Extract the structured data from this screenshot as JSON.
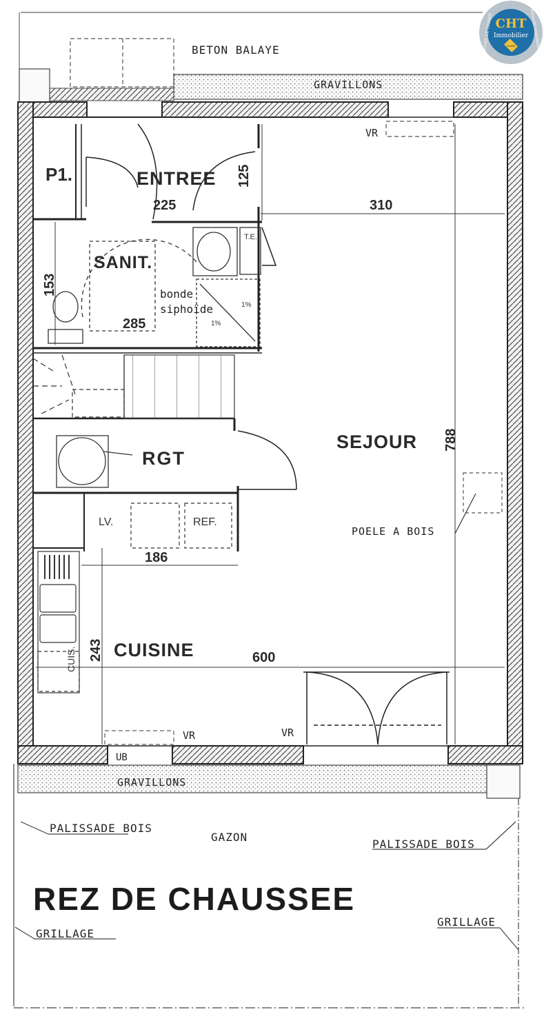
{
  "labels": {
    "beton_balaye": "BETON BALAYE",
    "gravillons_top": "GRAVILLONS",
    "gravillons_bottom": "GRAVILLONS",
    "vr_top": "VR",
    "vr_bottom_left": "VR",
    "vr_bottom_right": "VR",
    "ub": "UB",
    "te": "T.E.",
    "bonde": "bonde",
    "siphoide": "siphoïde",
    "slope_a": "1%",
    "slope_b": "1%",
    "lv": "LV.",
    "ref": "REF.",
    "lave_vaisselle_mark": "LV",
    "cuis": "CUIS.",
    "poele": "POELE A BOIS",
    "palissade_left": "PALISSADE BOIS",
    "palissade_right": "PALISSADE BOIS",
    "gazon": "GAZON",
    "grillage_left": "GRILLAGE",
    "grillage_right": "GRILLAGE"
  },
  "rooms": {
    "p1": "P1.",
    "entree": "ENTREE",
    "sanit": "SANIT.",
    "rgt": "RGT",
    "sejour": "SEJOUR",
    "cuisine": "CUISINE"
  },
  "dimensions": {
    "d225": "225",
    "d125": "125",
    "d310": "310",
    "d153": "153",
    "d285": "285",
    "d788": "788",
    "d186": "186",
    "d243": "243",
    "d600": "600"
  },
  "title": "REZ DE CHAUSSEE",
  "logo": {
    "brand": "CHT",
    "sub": "Immobilier",
    "ring_left": "PLELAN LE GRAND",
    "ring_right": "www.cht-immobilier.com",
    "badge": "FNAIM",
    "colors": {
      "disc": "#1f6fa8",
      "ring": "#b9c3cc",
      "brand": "#f2c23a",
      "badge": "#f2c23a"
    }
  }
}
